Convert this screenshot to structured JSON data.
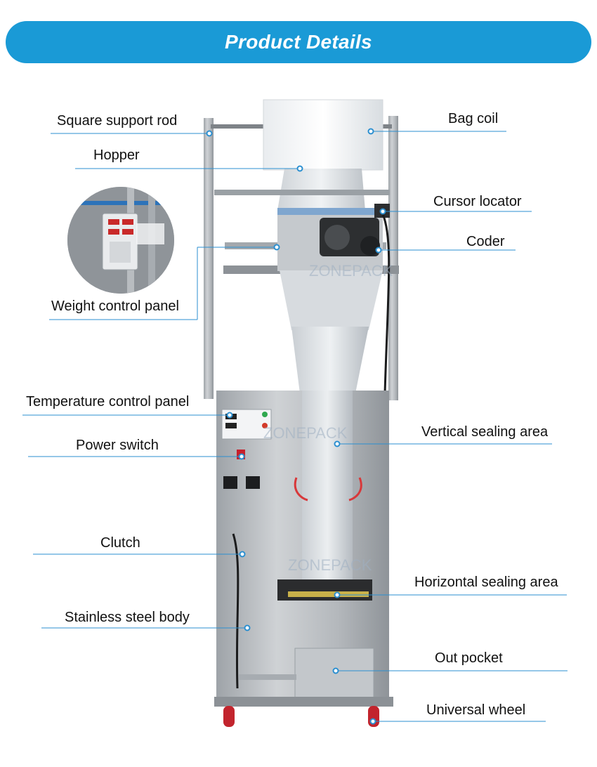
{
  "header": {
    "title": "Product Details"
  },
  "watermark": "ZONEPACK",
  "labels": {
    "square_support_rod": "Square support rod",
    "hopper": "Hopper",
    "weight_control_panel": "Weight control panel",
    "temperature_control_panel": "Temperature control panel",
    "power_switch": "Power switch",
    "clutch": "Clutch",
    "stainless_steel_body": "Stainless steel body",
    "bag_coil": "Bag coil",
    "cursor_locator": "Cursor locator",
    "coder": "Coder",
    "vertical_sealing_area": "Vertical sealing area",
    "horizontal_sealing_area": "Horizontal sealing area",
    "out_pocket": "Out pocket",
    "universal_wheel": "Universal wheel"
  },
  "colors": {
    "accent": "#1a9ad6",
    "leader_line": "#2b8fd0",
    "steel": "#b9bdc1"
  }
}
